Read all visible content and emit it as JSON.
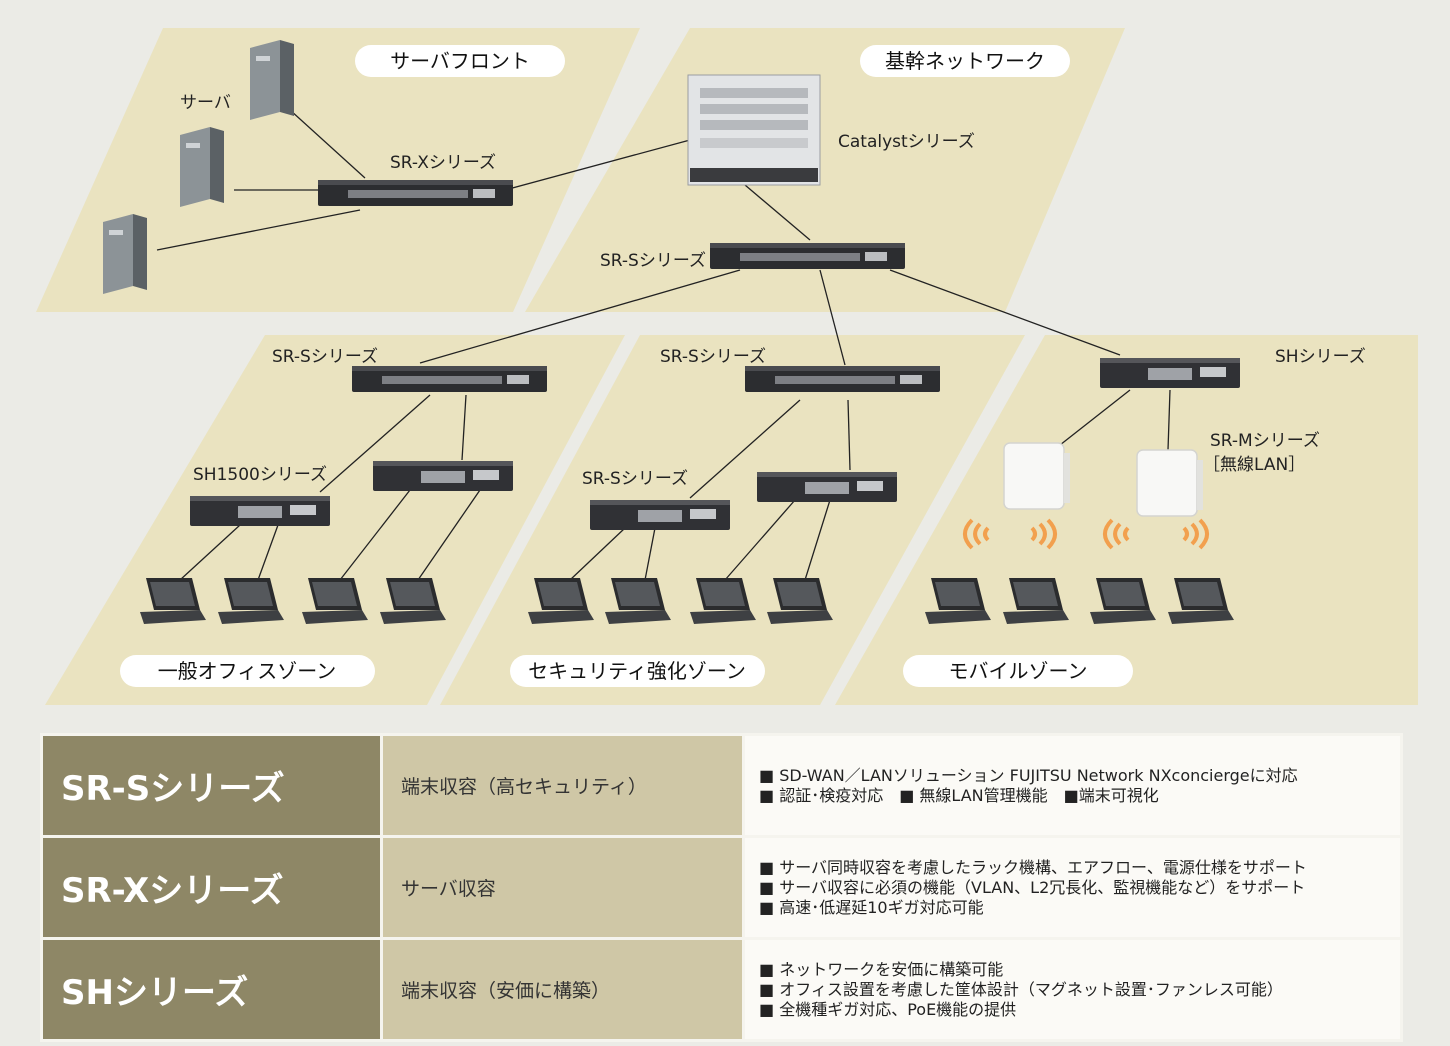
{
  "zones": {
    "server_front": "サーバフロント",
    "backbone": "基幹ネットワーク",
    "office": "一般オフィスゾーン",
    "security": "セキュリティ強化ゾーン",
    "mobile": "モバイルゾーン"
  },
  "labels": {
    "server": "サーバ",
    "srx": "SR-Xシリーズ",
    "catalyst": "Catalystシリーズ",
    "srs_core": "SR-Sシリーズ",
    "srs_office": "SR-Sシリーズ",
    "srs_security_top": "SR-Sシリーズ",
    "srs_security_sub": "SR-Sシリーズ",
    "sh1500": "SH1500シリーズ",
    "sh": "SHシリーズ",
    "srm": "SR-Mシリーズ",
    "srm_sub": "［無線LAN］"
  },
  "colors": {
    "zone_fill": "#eae3c0",
    "name_cell": "#8e8766",
    "use_cell": "#cfc7a6",
    "wifi": "#f2a04e"
  },
  "table": [
    {
      "name": "SR-Sシリーズ",
      "use": "端末収容（高セキュリティ）",
      "desc": [
        "■ SD-WAN／LANソリューション FUJITSU Network NXconciergeに対応",
        "■ 認証･検疫対応　■ 無線LAN管理機能　■端末可視化"
      ]
    },
    {
      "name": "SR-Xシリーズ",
      "use": "サーバ収容",
      "desc": [
        "■ サーバ同時収容を考慮したラック機構、エアフロー、電源仕様をサポート",
        "■ サーバ収容に必須の機能（VLAN、L2冗長化、監視機能など）をサポート",
        "■ 高速･低遅延10ギガ対応可能"
      ]
    },
    {
      "name": "SHシリーズ",
      "use": "端末収容（安価に構築）",
      "desc": [
        "■ ネットワークを安価に構築可能",
        "■ オフィス設置を考慮した筐体設計（マグネット設置･ファンレス可能）",
        "■ 全機種ギガ対応、PoE機能の提供"
      ]
    }
  ]
}
